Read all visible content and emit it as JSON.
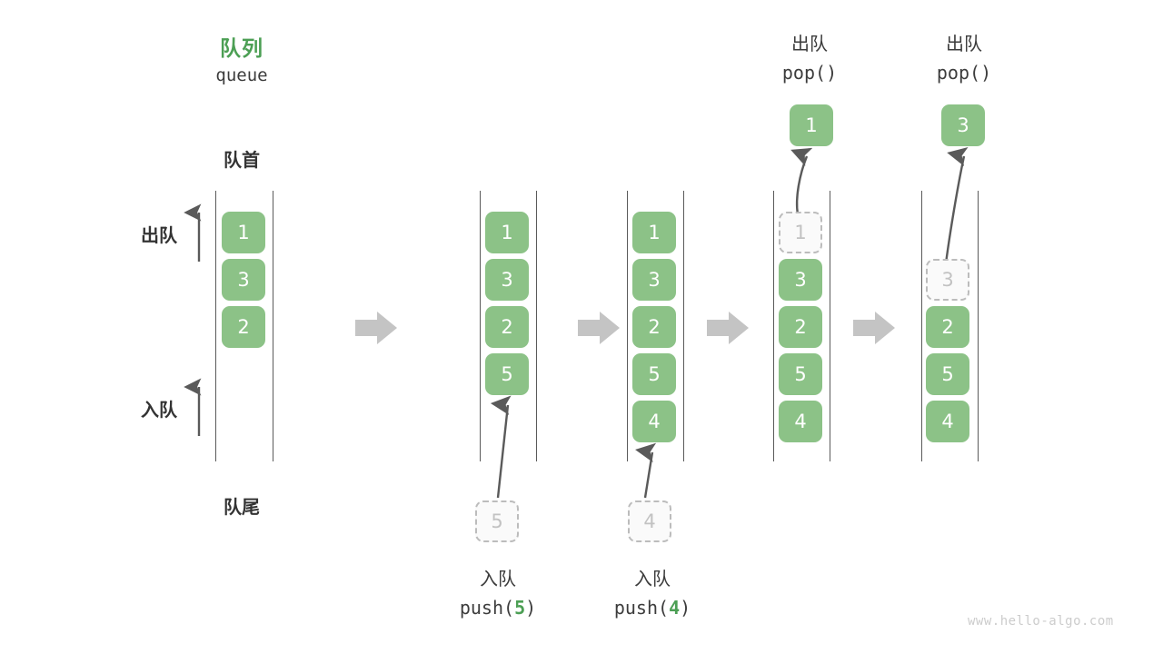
{
  "header": {
    "title_cn": "队列",
    "title_en": "queue",
    "title_color": "#4c9f54"
  },
  "labels": {
    "front": "队首",
    "rear": "队尾",
    "dequeue_arrow": "出队",
    "enqueue_arrow": "入队"
  },
  "colors": {
    "cell_fill": "#8cc287",
    "cell_text": "#ffffff",
    "ghost_fill": "#fafafa",
    "ghost_border": "#bcbcbc",
    "ghost_text": "#c2c2c2",
    "rail": "#5a5a5a",
    "connector": "#c4c4c4",
    "accent_green": "#4c9f54",
    "text": "#3c3c3c"
  },
  "watermark": "www.hello-algo.com",
  "panels": [
    {
      "id": "panel-initial",
      "cells": [
        "1",
        "3",
        "2"
      ],
      "ghost_index": null,
      "op_cn": null,
      "op_code": null,
      "op_arg": null,
      "input_box": null,
      "output_box": null
    },
    {
      "id": "panel-push-5",
      "cells": [
        "1",
        "3",
        "2",
        "5"
      ],
      "ghost_index": null,
      "op_cn": "入队",
      "op_code_prefix": "push(",
      "op_arg": "5",
      "op_code_suffix": ")",
      "input_box": "5",
      "output_box": null
    },
    {
      "id": "panel-push-4",
      "cells": [
        "1",
        "3",
        "2",
        "5",
        "4"
      ],
      "ghost_index": null,
      "op_cn": "入队",
      "op_code_prefix": "push(",
      "op_arg": "4",
      "op_code_suffix": ")",
      "input_box": "4",
      "output_box": null
    },
    {
      "id": "panel-pop-1",
      "cells": [
        "1",
        "3",
        "2",
        "5",
        "4"
      ],
      "ghost_index": 0,
      "op_cn": "出队",
      "op_code_prefix": "pop(",
      "op_arg": "",
      "op_code_suffix": ")",
      "input_box": null,
      "output_box": "1"
    },
    {
      "id": "panel-pop-3",
      "cells": [
        "",
        "3",
        "2",
        "5",
        "4"
      ],
      "ghost_index": 1,
      "op_cn": "出队",
      "op_code_prefix": "pop(",
      "op_arg": "",
      "op_code_suffix": ")",
      "input_box": null,
      "output_box": "3"
    }
  ]
}
